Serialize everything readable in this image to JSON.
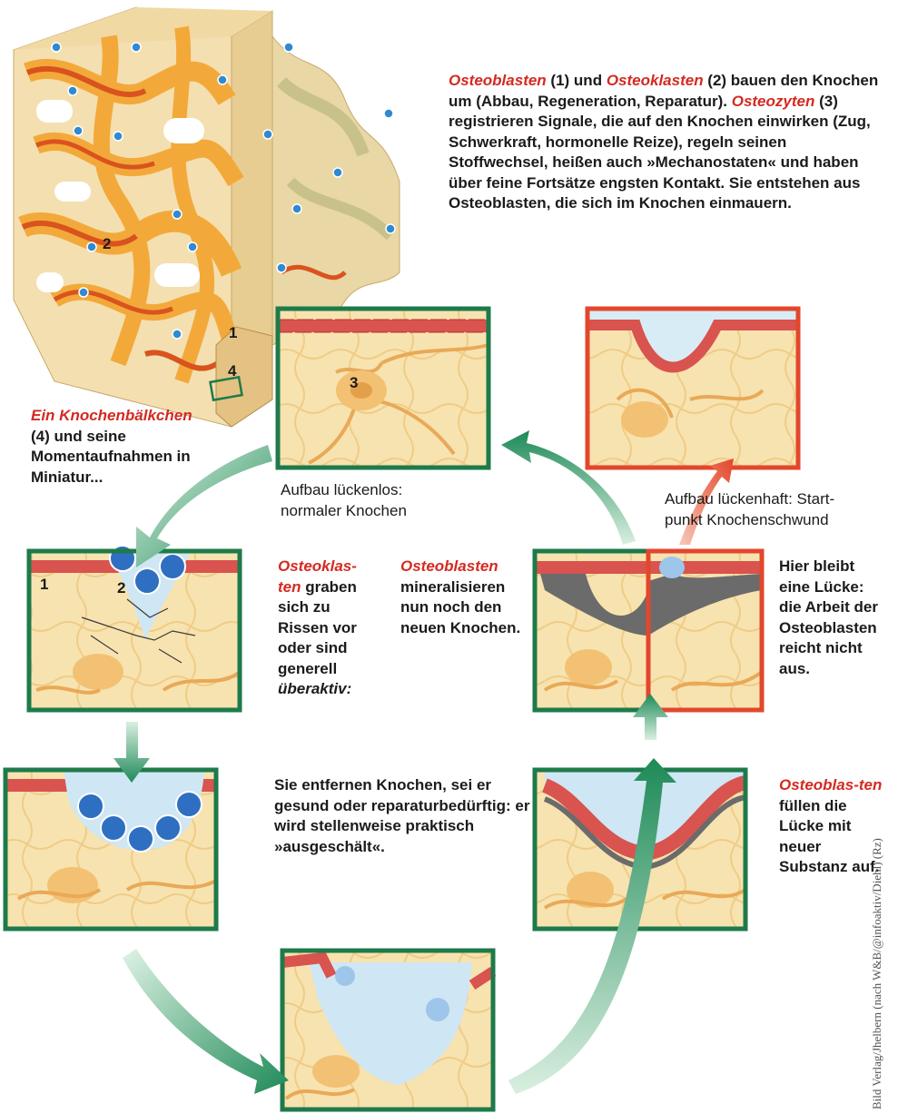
{
  "colors": {
    "green_frame": "#1e7a4a",
    "red_frame": "#e2472c",
    "bone": "#f7e3b0",
    "cell": "#f3c173",
    "cavity": "#cfe6f4",
    "osteoclast": "#2f6fc2",
    "osteoblast": "#d9534f",
    "label_red": "#d42a20"
  },
  "intro": {
    "t1": "Osteoblasten",
    "n1": " (1) und ",
    "t2": "Osteoklasten",
    "n2": " (2) bauen den Knochen um (Abbau, Regeneration, Reparatur).",
    "t3": "Osteozyten",
    "n3": " (3) registrieren Signale, die auf den Knochen einwirken (Zug, Schwerkraft, hormonelle Reize), regeln seinen Stoffwechsel, heißen auch »Mechanostaten« und haben über feine Fortsätze engsten Kontakt. Sie entstehen aus Osteoblasten, die sich im Knochen einmauern."
  },
  "cube_numbers": {
    "n1": "1",
    "n2": "2",
    "n4": "4"
  },
  "knochenbaelkchen": {
    "red": "Ein Knochenbälkchen",
    "rest": "(4) und seine Momentaufnahmen in Miniatur..."
  },
  "panels": {
    "top_num": "3",
    "p2_num1": "1",
    "p2_num2": "2"
  },
  "captions": {
    "normal_l1": "Aufbau lückenlos:",
    "normal_l2": "normaler Knochen",
    "luecke_l1": "Aufbau lückenhaft: Start-",
    "luecke_l2": "punkt Knochenschwund",
    "osteoklasten_red": "Osteoklas-ten",
    "osteoklasten_rest": " graben sich zu Rissen vor oder sind generell ",
    "osteoklasten_it": "überaktiv:",
    "osteoblasten_red": "Osteoblasten",
    "osteoblasten_rest": "mineralisieren nun noch den neuen Knochen.",
    "hier_bleibt": "Hier bleibt eine Lücke: die Arbeit der Osteoblasten reicht nicht aus.",
    "entfernen": "Sie entfernen Knochen, sei er gesund oder reparaturbedürftig: er wird stellenweise praktisch »ausgeschält«.",
    "fuellen_red": "Osteoblas-ten",
    "fuellen_rest": " füllen die Lücke mit neuer Substanz auf."
  },
  "credit": "Bild Verlag/Jhelbern (nach W&B/@infoaktiv/Diehl) (Rz)"
}
